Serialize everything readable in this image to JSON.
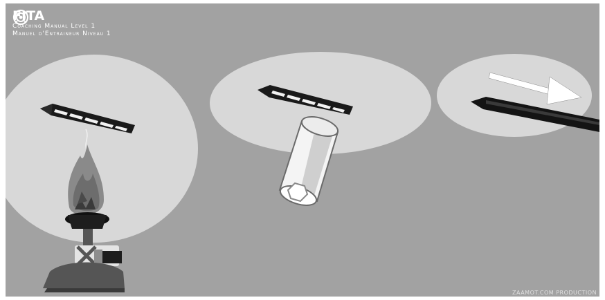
{
  "header": {
    "brand": "FITA",
    "line1": "Coaching Manual Level 1",
    "line2": "Manuel d'Entraineur Niveau 1",
    "logo_icon": "target-rings-icon"
  },
  "footer": {
    "credit": "ZAAMOT.COM PRODUCTION"
  },
  "panels": [
    {
      "name": "heat-panel",
      "icon": "bunsen-burner-flame-icon"
    },
    {
      "name": "cold-panel",
      "icon": "cold-cylinder-icon"
    },
    {
      "name": "motion-panel",
      "icon": "direction-arrow-icon"
    }
  ],
  "colors": {
    "background": "#a2a2a2",
    "spotlight": "#d8d8d8",
    "arrow_dark": "#1a1a1a",
    "arrow_highlight": "#ffffff"
  }
}
